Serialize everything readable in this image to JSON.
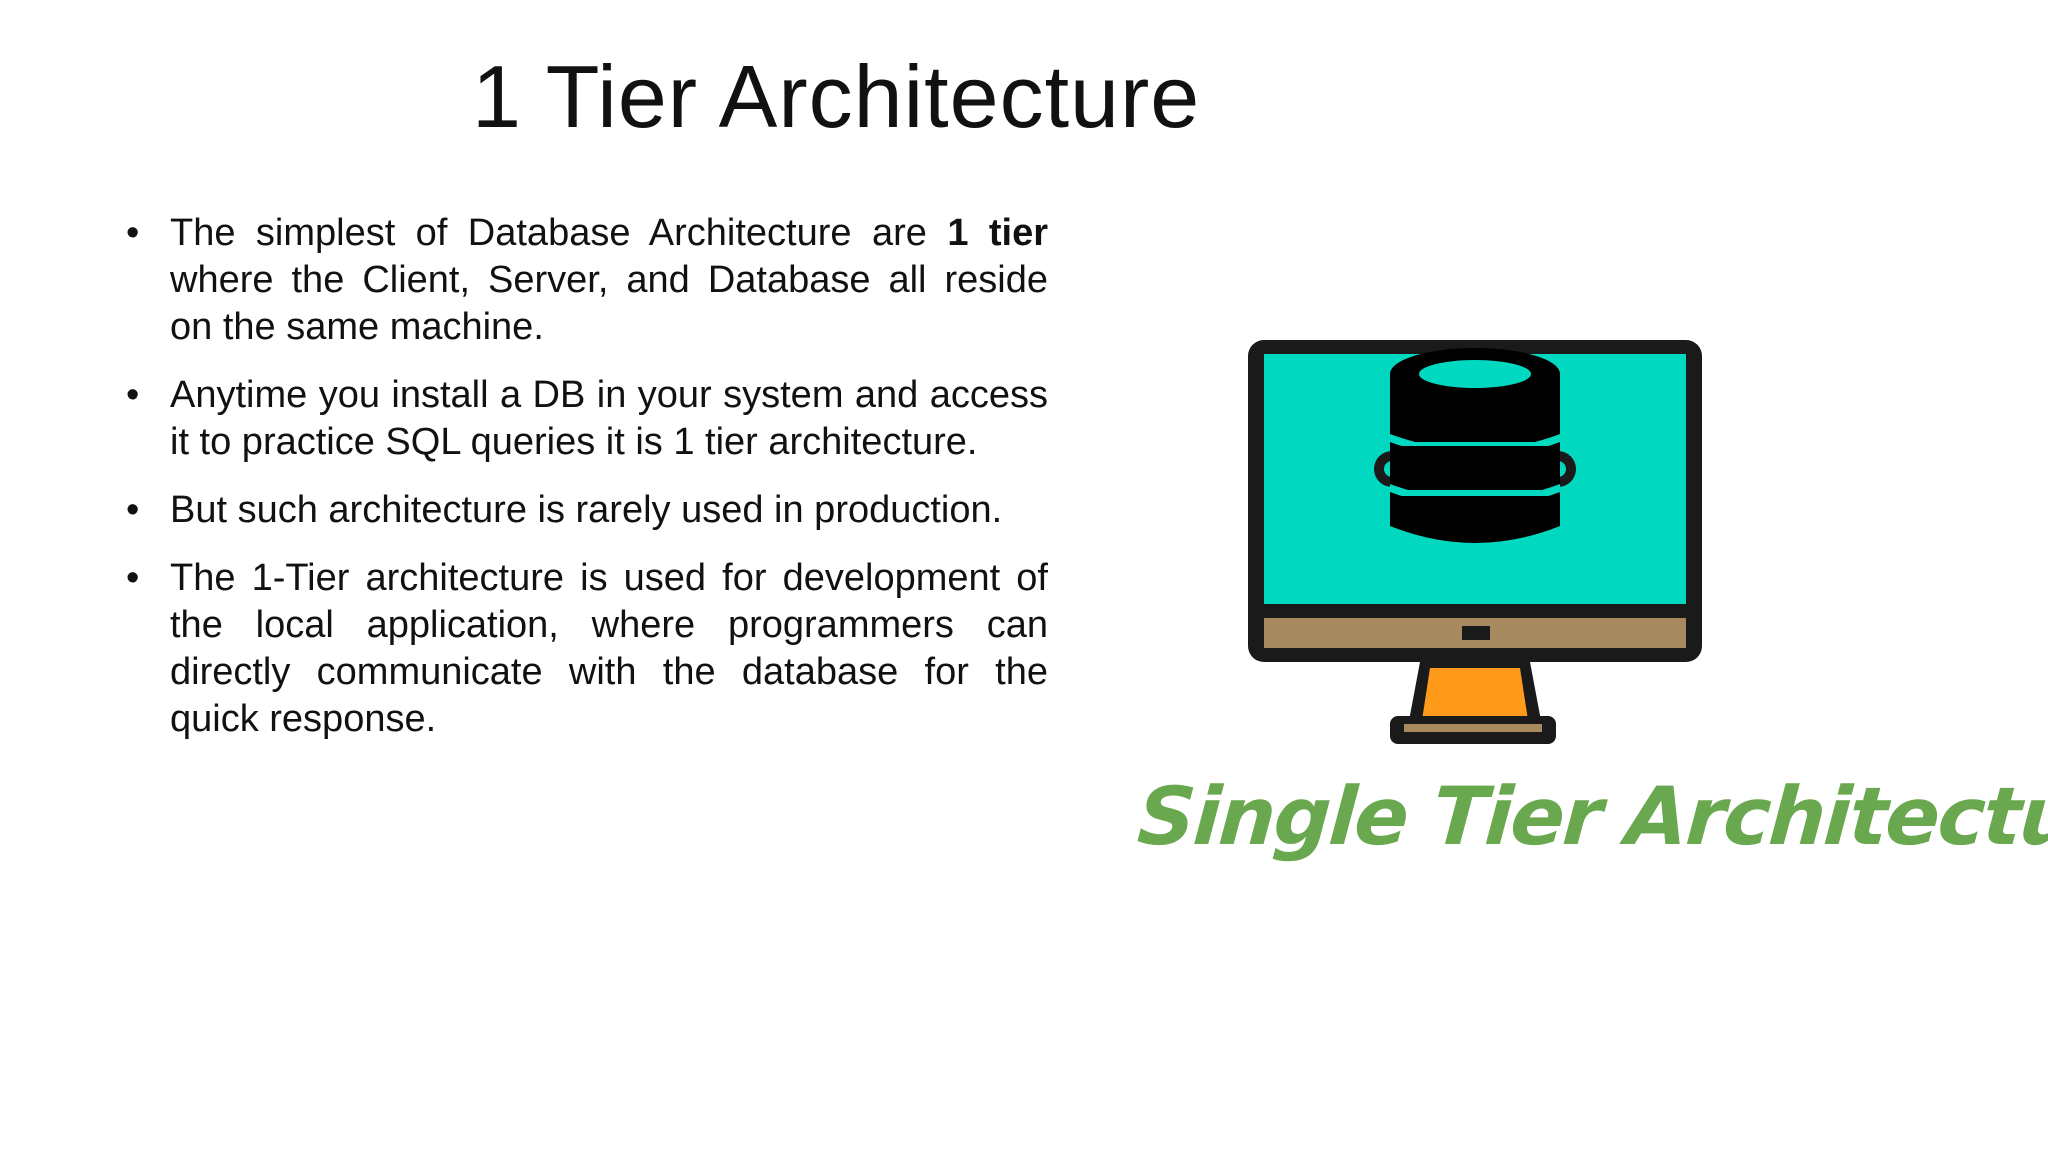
{
  "slide": {
    "title": "1 Tier Architecture",
    "bullet_char": "•",
    "bullets": [
      {
        "before": "The simplest of Database Architecture are ",
        "bold": "1 tier",
        "after": " where the Client, Server, and Database all reside on the same machine."
      },
      {
        "before": "Anytime you install a DB in your system and access it to practice SQL queries it is 1 tier architecture.",
        "bold": "",
        "after": ""
      },
      {
        "before": "But such architecture is rarely used in production.",
        "bold": "",
        "after": ""
      },
      {
        "before": "The 1-Tier architecture is used for development of the local application, where programmers can directly communicate with the database for the quick response.",
        "bold": "",
        "after": ""
      }
    ],
    "illustration": {
      "icon": "monitor-database-icon",
      "caption": "Single Tier Architecture",
      "colors": {
        "screen": "#00d8c0",
        "frame": "#1a1a1a",
        "bezel": "#a88a60",
        "stand": "#ff9a1a",
        "caption": "#6aa84f"
      }
    }
  }
}
